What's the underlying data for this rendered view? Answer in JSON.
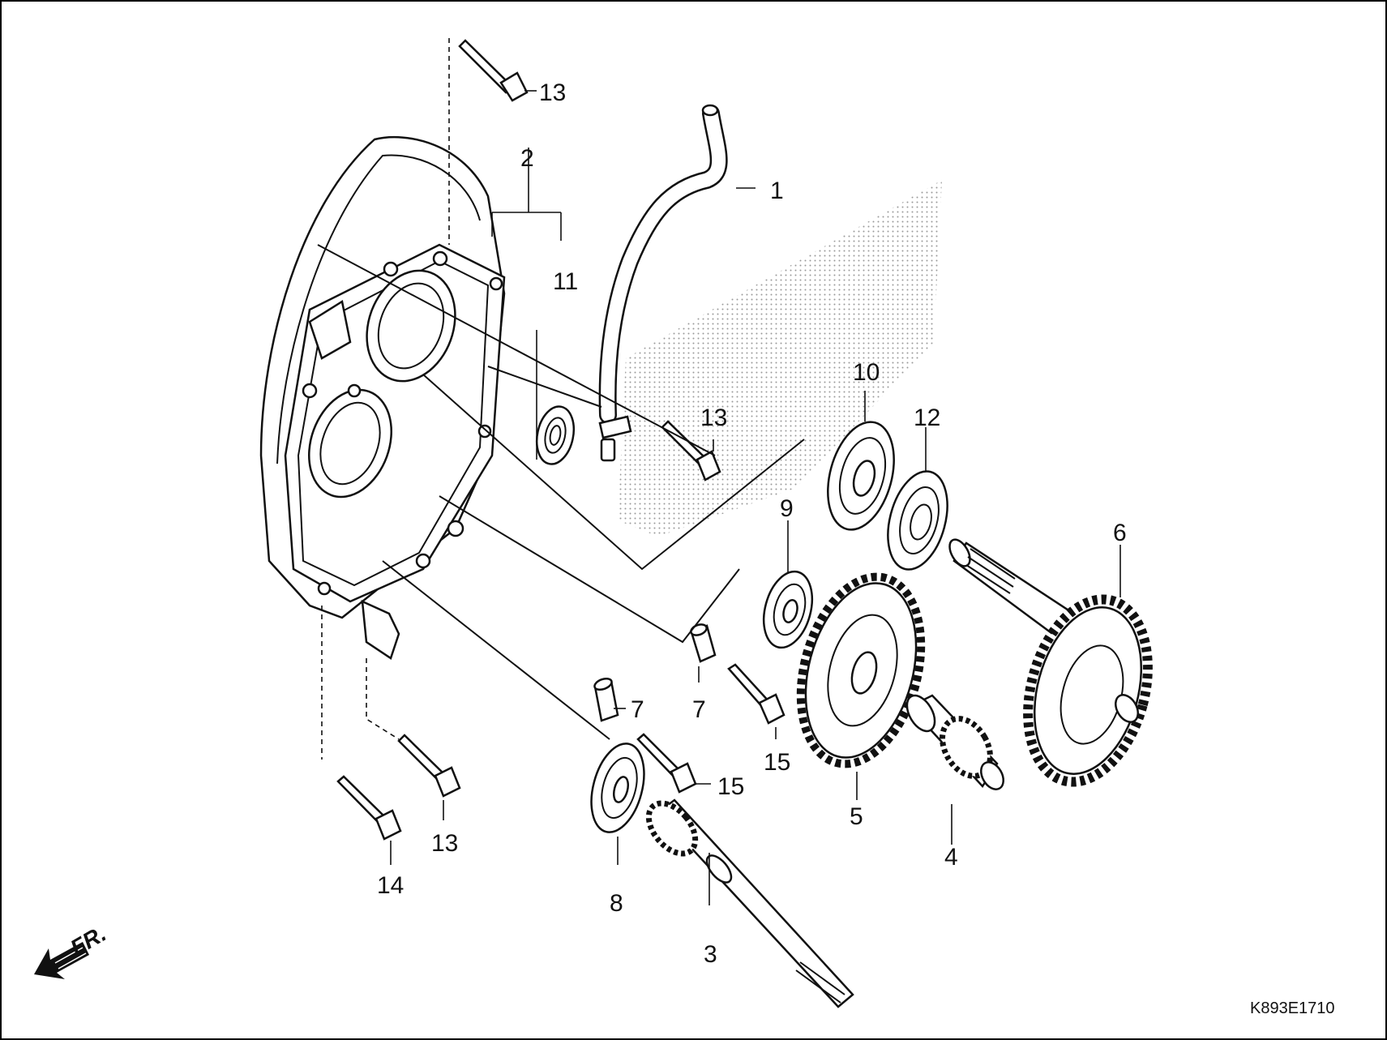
{
  "callouts": {
    "c1": "1",
    "c2": "2",
    "c3": "3",
    "c4": "4",
    "c5": "5",
    "c6": "6",
    "c7a": "7",
    "c7b": "7",
    "c8": "8",
    "c9": "9",
    "c10": "10",
    "c11": "11",
    "c12": "12",
    "c13a": "13",
    "c13b": "13",
    "c13c": "13",
    "c14": "14",
    "c15a": "15",
    "c15b": "15"
  },
  "direction_label": "FR.",
  "drawing_code": "K893E1710",
  "colors": {
    "ink": "#111111",
    "background": "#ffffff"
  },
  "icons": {
    "direction": "front-direction-arrow-icon"
  }
}
